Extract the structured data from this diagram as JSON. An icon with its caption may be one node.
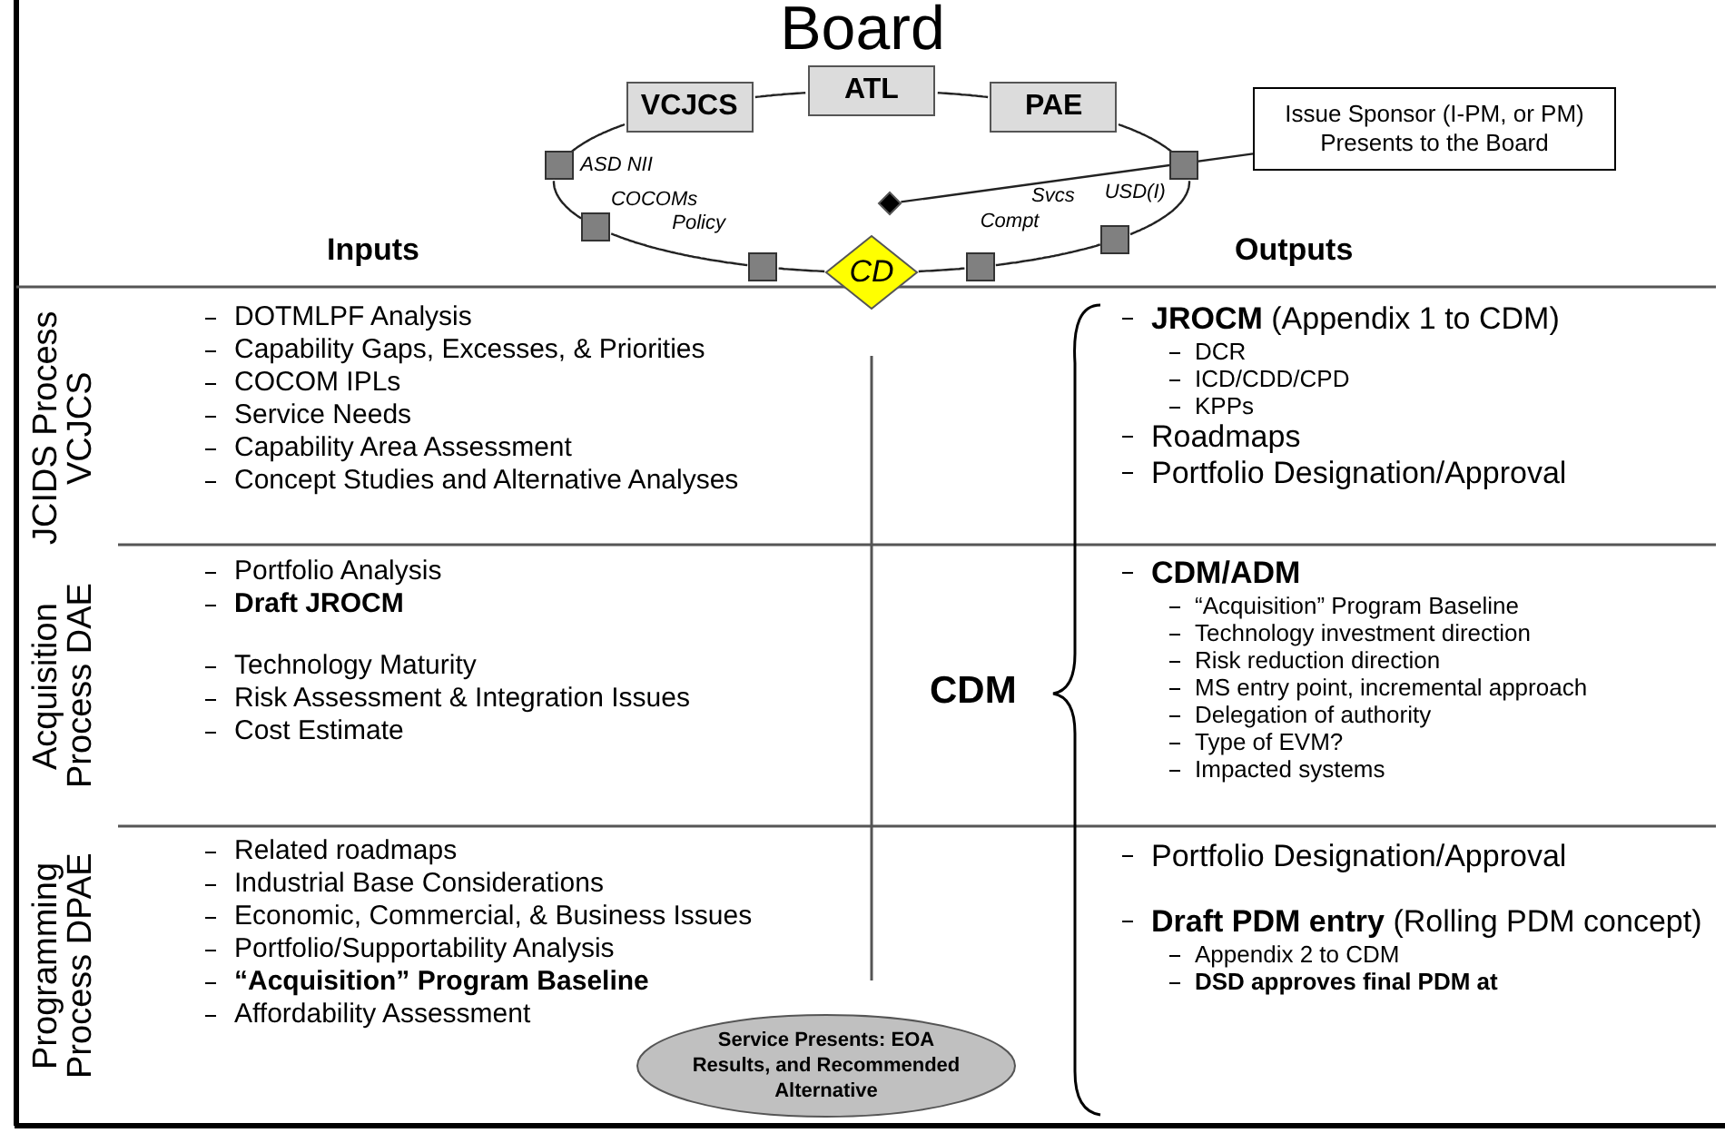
{
  "diagram": {
    "title": "Board",
    "nodes": [
      {
        "text": [
          "VCJCS"
        ]
      },
      {
        "text": [
          "ATL"
        ]
      },
      {
        "text": [
          "PAE"
        ]
      },
      {
        "text": [
          "Issue Sponsor (I-PM, or PM) Presents to the Board"
        ]
      },
      {
        "text": [],
        "shape": "diamond"
      },
      {
        "text": [],
        "shape": "box",
        "beside": [
          "ASD NII"
        ]
      },
      {
        "text": [],
        "shape": "box",
        "beside": [
          "COCOMs"
        ]
      },
      {
        "text": [],
        "shape": "box",
        "beside": [
          "Policy"
        ]
      },
      {
        "text": [
          "CD"
        ]
      },
      {
        "text": [],
        "shape": "box",
        "beside": [
          "Compt"
        ]
      },
      {
        "text": [],
        "shape": "box",
        "beside": [
          "Svcs"
        ]
      },
      {
        "text": [],
        "shape": "box",
        "beside": [
          "USD(I)"
        ]
      },
      {
        "text": [
          "Service Presents: EOA Results, and Recommended Alternative"
        ]
      }
    ],
    "edges": [
      {
        "from": 3,
        "to": 4,
        "arrow": "none"
      },
      {
        "from": 0,
        "to": 1,
        "arrow": "none"
      },
      {
        "from": 1,
        "to": 2,
        "arrow": "none"
      },
      {
        "from": 2,
        "to": 11,
        "arrow": "none"
      },
      {
        "from": 11,
        "to": 10,
        "arrow": "none"
      },
      {
        "from": 10,
        "to": 9,
        "arrow": "none"
      },
      {
        "from": 9,
        "to": 8,
        "arrow": "none"
      },
      {
        "from": 8,
        "to": 7,
        "arrow": "none"
      },
      {
        "from": 7,
        "to": 6,
        "arrow": "none"
      },
      {
        "from": 6,
        "to": 5,
        "arrow": "none"
      },
      {
        "from": 5,
        "to": 0,
        "arrow": "none"
      }
    ],
    "labels": [
      "Inputs",
      "Outputs",
      "JCIDS Process VCJCS",
      "DOTMLPF Analysis",
      "Capability Gaps, Excesses, & Priorities",
      "COCOM IPLs",
      "Service Needs",
      "Capability Area Assessment",
      "Concept Studies and Alternative Analyses",
      "**JROCM** (Appendix 1 to CDM)",
      "DCR",
      "ICD/CDD/CPD",
      "KPPs",
      "Roadmaps",
      "Portfolio Designation/Approval",
      "Acquisition Process DAE",
      "Portfolio Analysis",
      "Draft JROCM",
      "Technology Maturity",
      "Risk Assessment & Integration Issues",
      "Cost Estimate",
      "CDM",
      "CDM/ADM",
      "“Acquisition” Program Baseline",
      "Technology investment direction",
      "Risk reduction direction",
      "MS entry point, incremental approach",
      "Delegation of authority",
      "Type of EVM?",
      "Impacted systems",
      "Programming Process DPAE",
      "Related roadmaps",
      "Industrial Base Considerations",
      "Economic, Commercial, & Business Issues",
      "Portfolio/Supportability Analysis",
      "“Acquisition” Program Baseline",
      "Affordability Assessment",
      "Portfolio Designation/Approval",
      "**Draft PDM entry** (Rolling PDM concept)",
      "Appendix 2 to CDM",
      "DSD approves final PDM at"
    ]
  }
}
